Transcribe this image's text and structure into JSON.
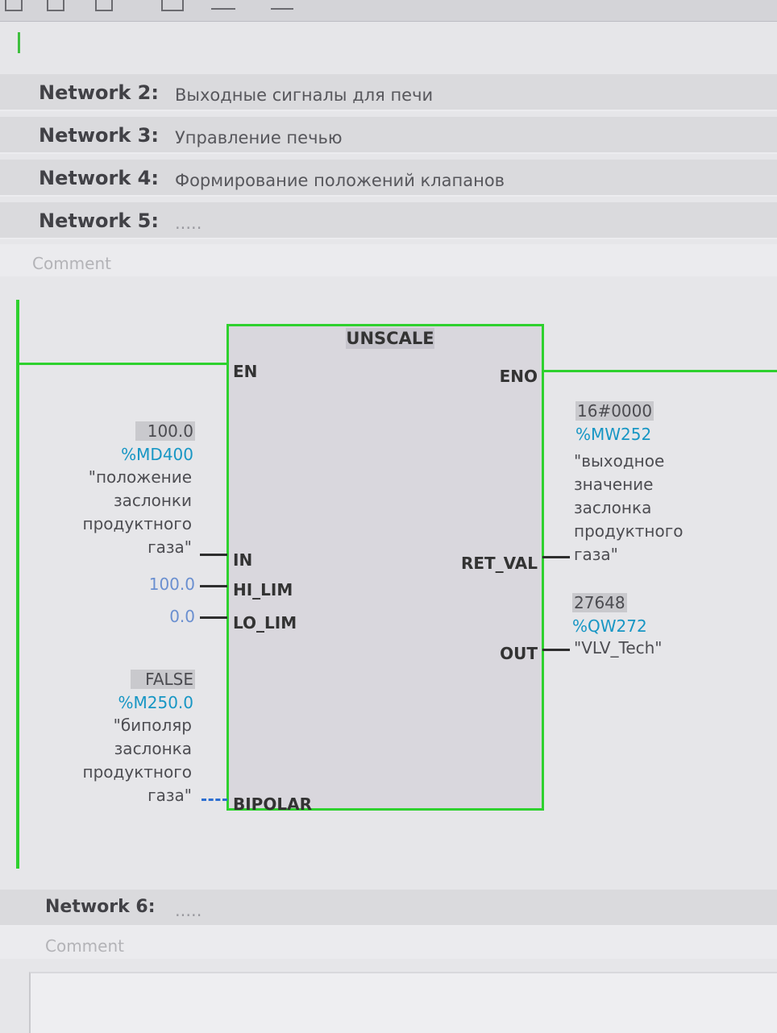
{
  "networks": [
    {
      "label": "Network 2:",
      "title": "Выходные сигналы для печи"
    },
    {
      "label": "Network 3:",
      "title": "Управление печью"
    },
    {
      "label": "Network 4:",
      "title": "Формирование положений клапанов"
    },
    {
      "label": "Network 5:",
      "title": "....."
    }
  ],
  "comment_placeholder": "Comment",
  "block": {
    "name": "UNSCALE",
    "pins_in": {
      "en": "EN",
      "in": "IN",
      "hi_lim": "HI_LIM",
      "lo_lim": "LO_LIM",
      "bipolar": "BIPOLAR"
    },
    "pins_out": {
      "eno": "ENO",
      "ret_val": "RET_VAL",
      "out": "OUT"
    }
  },
  "inputs": {
    "in": {
      "value": "100.0",
      "address": "%MD400",
      "symbol": [
        "\"положение",
        "заслонки",
        "продуктного",
        "газа\""
      ]
    },
    "hi_lim": {
      "constant": "100.0"
    },
    "lo_lim": {
      "constant": "0.0"
    },
    "bipolar": {
      "value": "FALSE",
      "address": "%M250.0",
      "symbol": [
        "\"биполяр",
        "заслонка",
        "продуктного",
        "газа\""
      ]
    }
  },
  "outputs": {
    "ret_val": {
      "value": "16#0000",
      "address": "%MW252",
      "symbol": [
        "\"выходное",
        "значение",
        "заслонка",
        "продуктного",
        "газа\""
      ]
    },
    "out": {
      "value": "27648",
      "address": "%QW272",
      "symbol": "\"VLV_Tech\""
    }
  },
  "network6": {
    "label": "Network 6:",
    "title": "....."
  },
  "colors": {
    "rail": "#2ed12e",
    "address": "#1796c4",
    "bipolar_wire": "#2d6fd1"
  }
}
